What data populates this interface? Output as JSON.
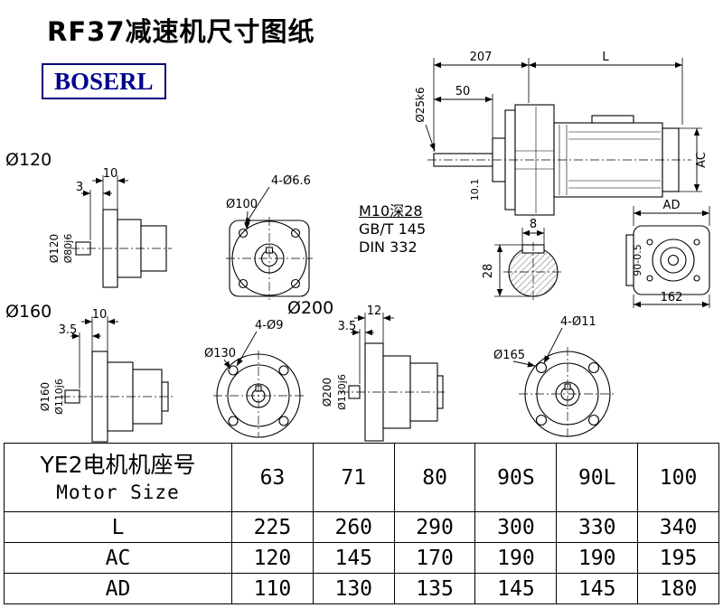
{
  "page": {
    "title": "RF37减速机尺寸图纸",
    "logo": "BOSERL"
  },
  "main_view": {
    "dim_207": "207",
    "dim_L": "L",
    "dim_50": "50",
    "shaft_dia": "Ø25k6",
    "dim_AC": "AC",
    "dim_10_1": "10.1",
    "note_line1": "M10深28",
    "note_line2": "GB/T 145",
    "note_line3": "DIN 332"
  },
  "key_section": {
    "dim_width": "8",
    "dim_height": "28"
  },
  "rear_view": {
    "dim_AD": "AD",
    "dim_height": "90-0.5",
    "dim_width": "162"
  },
  "view_120": {
    "title": "Ø120",
    "dim_flange": "10",
    "dim_gap": "3",
    "dia_flange": "Ø120",
    "dia_spigot": "Ø80j6"
  },
  "flange_100": {
    "dia_circle": "Ø100",
    "holes": "4-Ø6.6"
  },
  "view_160": {
    "title": "Ø160",
    "dim_flange": "10",
    "dim_gap": "3.5",
    "dia_flange": "Ø160",
    "dia_spigot": "Ø110j6"
  },
  "flange_130": {
    "dia_circle": "Ø130",
    "holes": "4-Ø9"
  },
  "view_200": {
    "title": "Ø200",
    "dim_flange": "12",
    "dim_gap": "3.5",
    "dia_flange": "Ø200",
    "dia_spigot": "Ø130j6"
  },
  "flange_165": {
    "dia_circle": "Ø165",
    "holes": "4-Ø11"
  },
  "table": {
    "header_cn": "YE2电机机座号",
    "header_en": "Motor Size",
    "sizes": [
      "63",
      "71",
      "80",
      "90S",
      "90L",
      "100"
    ],
    "rows": [
      {
        "label": "L",
        "values": [
          "225",
          "260",
          "290",
          "300",
          "330",
          "340"
        ]
      },
      {
        "label": "AC",
        "values": [
          "120",
          "145",
          "170",
          "190",
          "190",
          "195"
        ]
      },
      {
        "label": "AD",
        "values": [
          "110",
          "130",
          "135",
          "145",
          "145",
          "180"
        ]
      }
    ]
  }
}
